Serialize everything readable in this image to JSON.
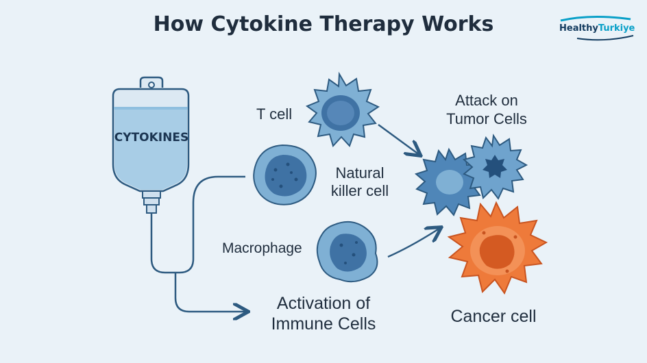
{
  "title": "How Cytokine Therapy Works",
  "logo": {
    "part1": "Healthy",
    "part2": "Turkiye"
  },
  "bag_label": "CYTOKINES",
  "labels": {
    "t_cell": "T cell",
    "nk_line1": "Natural",
    "nk_line2": "killer cell",
    "macrophage": "Macrophage",
    "activation_line1": "Activation of",
    "activation_line2": "Immune Cells",
    "attack_line1": "Attack on",
    "attack_line2": "Tumor Cells",
    "cancer": "Cancer cell"
  },
  "colors": {
    "background": "#eaf2f8",
    "immune_cell": "#7fb0d4",
    "immune_nucleus": "#3f72a4",
    "tumor_cell": "#4f86b8",
    "cancer_cell": "#ee7a3a",
    "cancer_nucleus": "#d45a22",
    "line": "#2d5a80"
  }
}
